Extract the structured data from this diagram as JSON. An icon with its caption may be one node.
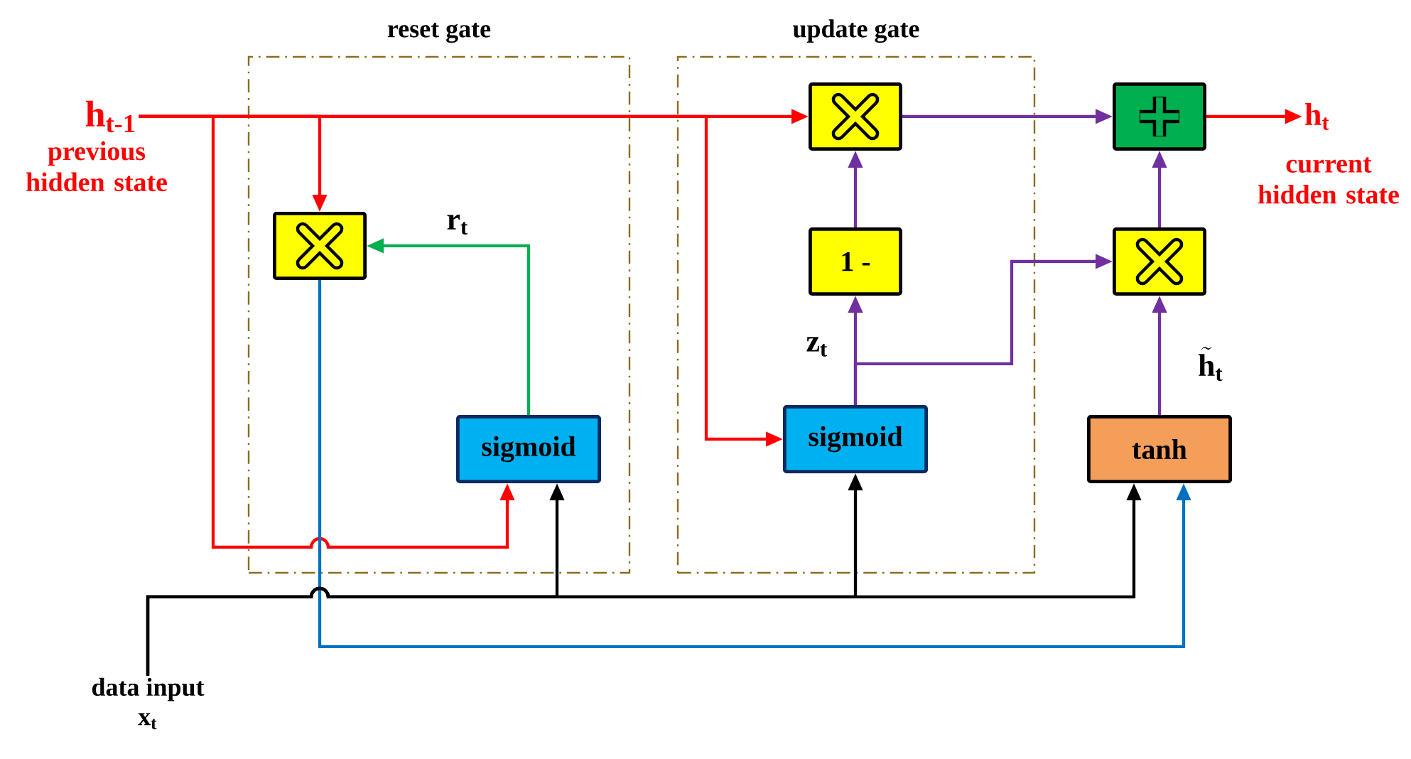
{
  "diagram": {
    "nodes": [
      {
        "text": [
          "reset gate"
        ]
      },
      {
        "text": [
          "update gate"
        ]
      },
      {
        "text": [
          "h$_{t-1}$"
        ],
        "beside": [
          "previous hidden state"
        ]
      },
      {
        "text": [],
        "shape": "box",
        "in": 0
      },
      {
        "text": [
          "sigmoid"
        ],
        "in": 0
      },
      {
        "text": [],
        "shape": "box",
        "in": 1
      },
      {
        "text": [
          "1 -"
        ],
        "in": 1
      },
      {
        "text": [
          "sigmoid"
        ],
        "in": 1
      },
      {
        "text": [],
        "shape": "box"
      },
      {
        "text": [],
        "shape": "box"
      },
      {
        "text": [
          "tanh"
        ]
      },
      {
        "text": [
          "h$_{t}$"
        ],
        "beside": [
          "current hidden state"
        ]
      },
      {
        "text": [
          "data input",
          "x$_{t}$"
        ]
      }
    ],
    "edges": [
      {
        "from": 2,
        "to": 5,
        "arrow": "to",
        "color": "#ff0000"
      },
      {
        "from": 2,
        "to": 3,
        "arrow": "to",
        "color": "#ff0000"
      },
      {
        "from": 2,
        "to": 4,
        "arrow": "to",
        "color": "#ff0000"
      },
      {
        "from": 2,
        "to": 7,
        "arrow": "to",
        "color": "#ff0000"
      },
      {
        "from": 4,
        "to": 3,
        "arrow": "to",
        "color": "#00b050"
      },
      {
        "from": 3,
        "to": 10,
        "arrow": "to",
        "color": "#0070c0"
      },
      {
        "from": 12,
        "to": 4,
        "arrow": "to",
        "color": "#000000"
      },
      {
        "from": 12,
        "to": 7,
        "arrow": "to",
        "color": "#000000"
      },
      {
        "from": 12,
        "to": 10,
        "arrow": "to",
        "color": "#000000"
      },
      {
        "from": 7,
        "to": 6,
        "arrow": "to"
      },
      {
        "from": 7,
        "to": 9,
        "arrow": "to"
      },
      {
        "from": 6,
        "to": 5,
        "arrow": "to"
      },
      {
        "from": 5,
        "to": 8,
        "arrow": "to"
      },
      {
        "from": 9,
        "to": 8,
        "arrow": "to"
      },
      {
        "from": 10,
        "to": 9,
        "arrow": "to"
      },
      {
        "from": 8,
        "to": 11,
        "arrow": "to",
        "color": "#ff0000"
      }
    ],
    "labels": [
      "r$_{t}$",
      "z$_{t}$",
      "\\tilde{\\mathbf{h}}_{\\mathbf{t}}"
    ]
  }
}
